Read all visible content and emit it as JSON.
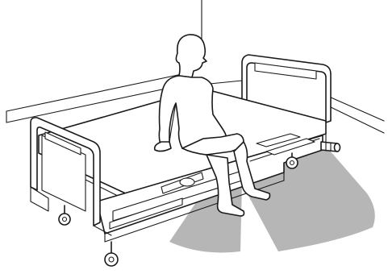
{
  "figure": {
    "kind": "line illustration",
    "elements": [
      "person-sitting-on-bed",
      "hospital-bed",
      "bed-exit-sensor",
      "sensor-detection-zone"
    ],
    "colors": {
      "line": "#1a1a1a",
      "fill": "#ffffff",
      "sensor_beam": "#a9a9a9",
      "background": "#ffffff"
    }
  }
}
